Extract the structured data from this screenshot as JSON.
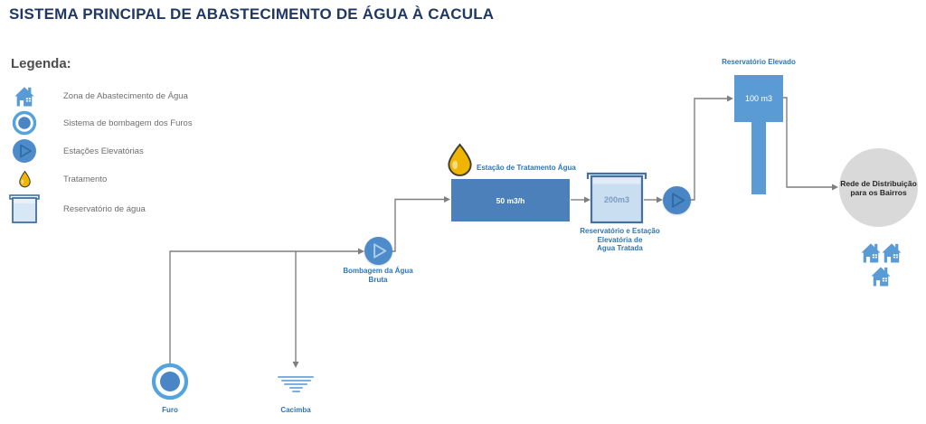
{
  "title": "SISTEMA PRINCIPAL DE ABASTECIMENTO DE ÁGUA À CACULA",
  "legend": {
    "heading": "Legenda:",
    "items": [
      {
        "icon": "house-icon",
        "label": "Zona de Abastecimento de Água"
      },
      {
        "icon": "borehole-ring-icon",
        "label": "Sistema de bombagem dos Furos"
      },
      {
        "icon": "pump-icon",
        "label": "Estações Elevatórias"
      },
      {
        "icon": "treatment-drop-icon",
        "label": "Tratamento"
      },
      {
        "icon": "water-reservoir-icon",
        "label": "Reservatório de água"
      }
    ]
  },
  "nodes": {
    "furo": {
      "label": "Furo"
    },
    "cacimba": {
      "label": "Cacimba"
    },
    "raw_water_pump": {
      "label_lines": [
        "Bombagem da Água",
        "Bruta"
      ]
    },
    "treatment_station": {
      "label": "Estação de Tratamento Água",
      "capacity": "50 m3/h"
    },
    "treated_reservoir": {
      "capacity": "200m3",
      "label_lines": [
        "Reservatório e Estação",
        "Elevatória de",
        "Agua Tratada"
      ]
    },
    "elevated_reservoir": {
      "label": "Reservatório Elevado",
      "capacity": "100 m3"
    },
    "distribution_network": {
      "label_lines": [
        "Rede de Distribuição",
        "para os Bairros"
      ]
    }
  },
  "colors": {
    "title_text": "#1f3864",
    "node_label_blue": "#2e75b6",
    "treatment_box_blue": "#4c80ba",
    "elevated_reservoir_blue": "#5b9bd5",
    "reservoir_fill": "#cadef2",
    "reservoir_border": "#44719f",
    "distribution_gray": "#d9d9d9",
    "connector_gray": "#7f7f7f",
    "treatment_drop_gold": "#f0b500",
    "legend_text_gray": "#6e6e6e"
  }
}
